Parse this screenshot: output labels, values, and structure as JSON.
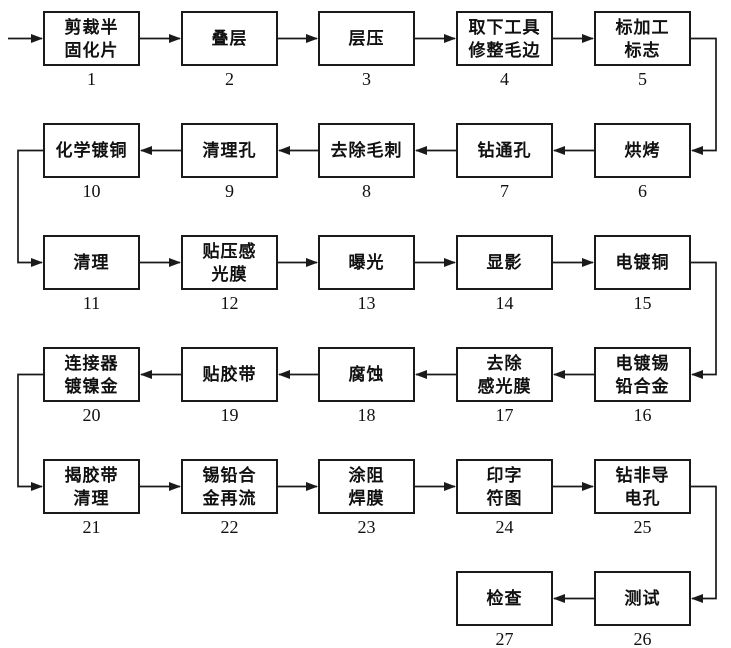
{
  "diagram": {
    "type": "flowchart",
    "colors": {
      "line": "#1a1a1a",
      "box_border": "#1a1a1a",
      "box_fill": "#ffffff",
      "text": "#111111",
      "background": "#ffffff"
    },
    "steps": [
      {
        "number": "1",
        "label": "剪裁半\n固化片",
        "row": 0,
        "col": 0
      },
      {
        "number": "2",
        "label": "叠层",
        "row": 0,
        "col": 1
      },
      {
        "number": "3",
        "label": "层压",
        "row": 0,
        "col": 2
      },
      {
        "number": "4",
        "label": "取下工具\n修整毛边",
        "row": 0,
        "col": 3
      },
      {
        "number": "5",
        "label": "标加工\n标志",
        "row": 0,
        "col": 4
      },
      {
        "number": "6",
        "label": "烘烤",
        "row": 1,
        "col": 4
      },
      {
        "number": "7",
        "label": "钻通孔",
        "row": 1,
        "col": 3
      },
      {
        "number": "8",
        "label": "去除毛刺",
        "row": 1,
        "col": 2
      },
      {
        "number": "9",
        "label": "清理孔",
        "row": 1,
        "col": 1
      },
      {
        "number": "10",
        "label": "化学镀铜",
        "row": 1,
        "col": 0
      },
      {
        "number": "11",
        "label": "清理",
        "row": 2,
        "col": 0
      },
      {
        "number": "12",
        "label": "贴压感\n光膜",
        "row": 2,
        "col": 1
      },
      {
        "number": "13",
        "label": "曝光",
        "row": 2,
        "col": 2
      },
      {
        "number": "14",
        "label": "显影",
        "row": 2,
        "col": 3
      },
      {
        "number": "15",
        "label": "电镀铜",
        "row": 2,
        "col": 4
      },
      {
        "number": "16",
        "label": "电镀锡\n铅合金",
        "row": 3,
        "col": 4
      },
      {
        "number": "17",
        "label": "去除\n感光膜",
        "row": 3,
        "col": 3
      },
      {
        "number": "18",
        "label": "腐蚀",
        "row": 3,
        "col": 2
      },
      {
        "number": "19",
        "label": "贴胶带",
        "row": 3,
        "col": 1
      },
      {
        "number": "20",
        "label": "连接器\n镀镍金",
        "row": 3,
        "col": 0
      },
      {
        "number": "21",
        "label": "揭胶带\n清理",
        "row": 4,
        "col": 0
      },
      {
        "number": "22",
        "label": "锡铅合\n金再流",
        "row": 4,
        "col": 1
      },
      {
        "number": "23",
        "label": "涂阻\n焊膜",
        "row": 4,
        "col": 2
      },
      {
        "number": "24",
        "label": "印字\n符图",
        "row": 4,
        "col": 3
      },
      {
        "number": "25",
        "label": "钻非导\n电孔",
        "row": 4,
        "col": 4
      },
      {
        "number": "26",
        "label": "测试",
        "row": 5,
        "col": 4
      },
      {
        "number": "27",
        "label": "检查",
        "row": 5,
        "col": 3
      }
    ]
  }
}
